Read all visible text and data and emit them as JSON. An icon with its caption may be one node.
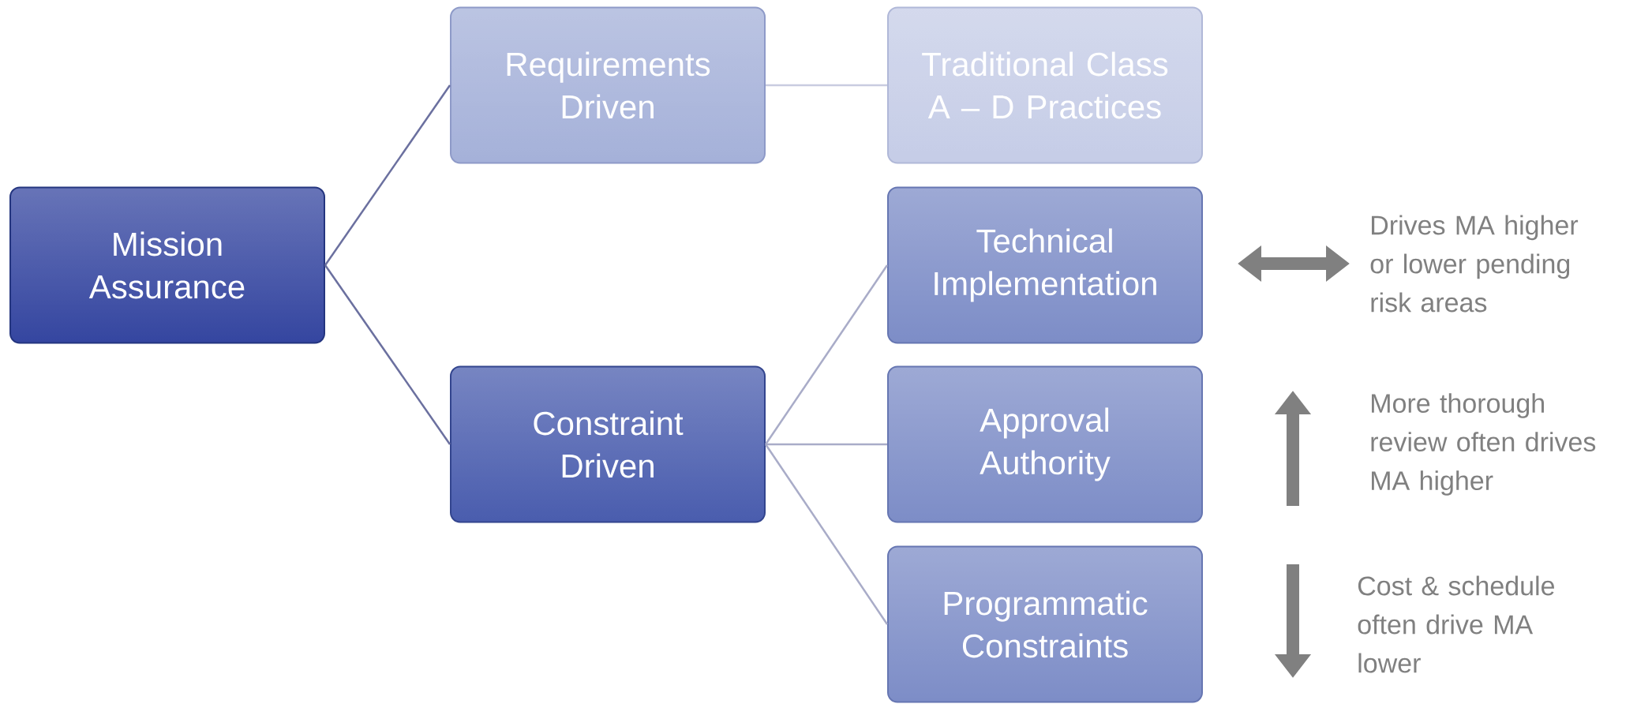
{
  "diagram": {
    "nodes": [
      {
        "text": [
          "Mission Assurance"
        ]
      },
      {
        "text": [
          "Requirements Driven"
        ]
      },
      {
        "text": [
          "Traditional Class A – D Practices"
        ]
      },
      {
        "text": [
          "Constraint Driven"
        ]
      },
      {
        "text": [
          "Technical Implementation"
        ]
      },
      {
        "text": [
          "Approval Authority"
        ]
      },
      {
        "text": [
          "Programmatic Constraints"
        ]
      }
    ],
    "edges": [
      {
        "from": 0,
        "to": 1,
        "arrow": "none"
      },
      {
        "from": 0,
        "to": 3,
        "arrow": "none"
      },
      {
        "from": 1,
        "to": 2,
        "arrow": "none",
        "color": "#c9cce0"
      },
      {
        "from": 3,
        "to": 4,
        "arrow": "none",
        "color": "#a9acc8"
      },
      {
        "from": 3,
        "to": 5,
        "arrow": "none",
        "color": "#a9acc8"
      },
      {
        "from": 3,
        "to": 6,
        "arrow": "none",
        "color": "#a9acc8"
      }
    ],
    "labels": [
      "Drives MA higher or lower pending risk areas",
      "More thorough review often drives MA higher",
      "Cost & schedule often drive MA lower"
    ]
  }
}
